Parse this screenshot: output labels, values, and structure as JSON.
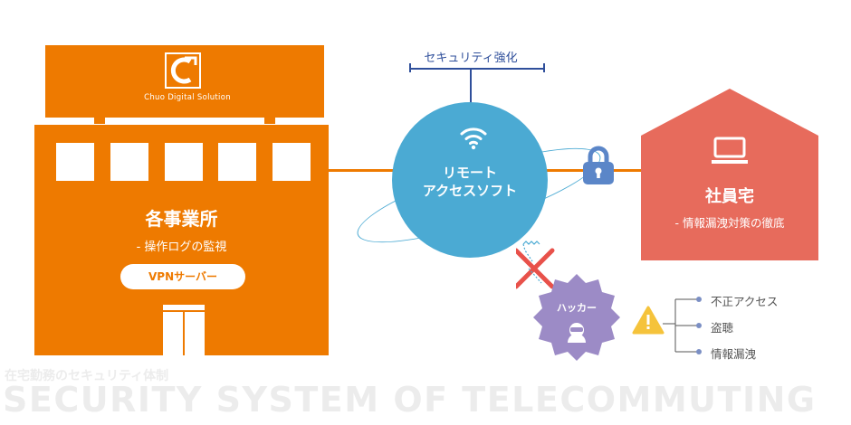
{
  "colors": {
    "office": "#ee7a00",
    "remote": "#4baad3",
    "lock": "#5b86c8",
    "home": "#e76b5c",
    "hacker": "#9c8bc6",
    "threat_cross": "#e8514a",
    "warning": "#f5c33b",
    "link": "#2f4f9b"
  },
  "office": {
    "logo_text": "Chuo Digital Solution",
    "title": "各事業所",
    "subtitle": "- 操作ログの監視",
    "vpn_label": "VPNサーバー"
  },
  "security": {
    "label": "セキュリティ強化"
  },
  "remote": {
    "title_line1": "リモート",
    "title_line2": "アクセスソフト"
  },
  "home": {
    "title": "社員宅",
    "subtitle": "- 情報漏洩対策の徹底"
  },
  "hacker": {
    "label": "ハッカー"
  },
  "threats": [
    "不正アクセス",
    "盗聴",
    "情報漏洩"
  ],
  "watermark": {
    "jp": "在宅勤務のセキュリティ体制",
    "en": "SECURITY SYSTEM OF TELECOMMUTING"
  },
  "icons": [
    "wifi-icon",
    "lock-icon",
    "computer-icon",
    "hacker-icon",
    "warning-icon",
    "cross-icon",
    "logo-icon"
  ]
}
